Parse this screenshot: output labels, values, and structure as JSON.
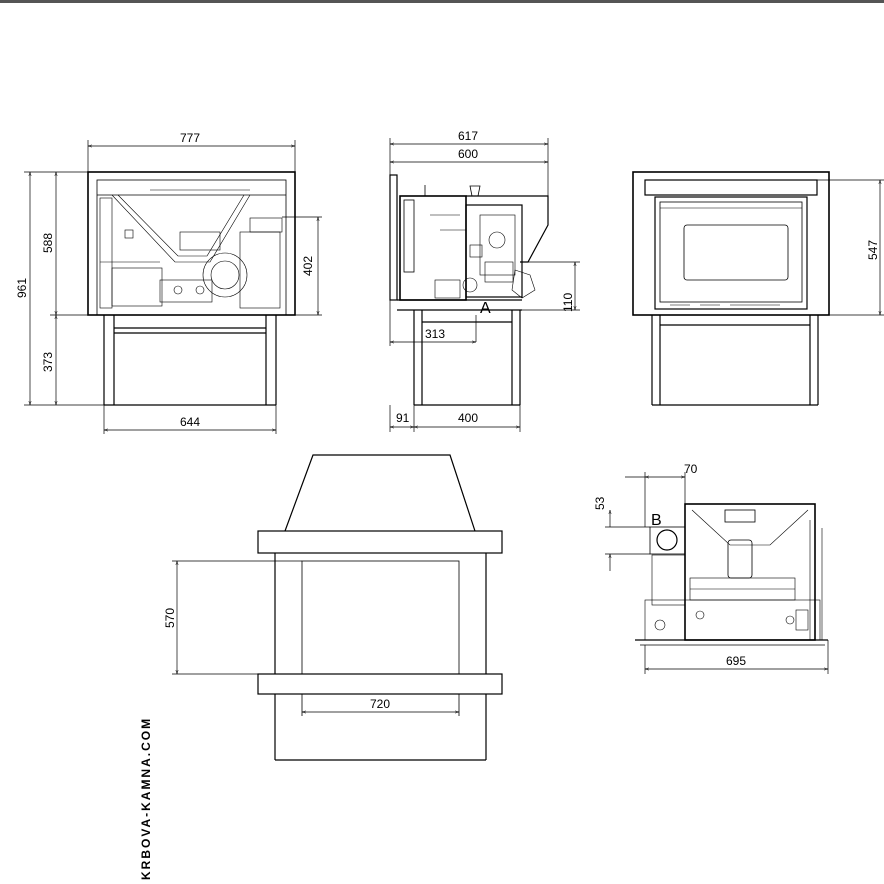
{
  "watermark": "KRBOVA-KAMNA.COM",
  "top_bar_color": "#555555",
  "views": {
    "front": {
      "width_outer": "777",
      "width_stand": "644",
      "height_total": "961",
      "height_body": "588",
      "height_stand": "373",
      "height_box": "402"
    },
    "side": {
      "depth_outer": "617",
      "depth_body": "600",
      "depth_mid": "313",
      "stand_offset": "91",
      "stand_depth": "400",
      "height_110": "110",
      "label_a": "A"
    },
    "rear": {
      "height_547": "547"
    },
    "cutout": {
      "height_570": "570",
      "width_720": "720"
    },
    "top": {
      "offset_70": "70",
      "size_53": "53",
      "width_695": "695",
      "label_b": "B"
    }
  }
}
